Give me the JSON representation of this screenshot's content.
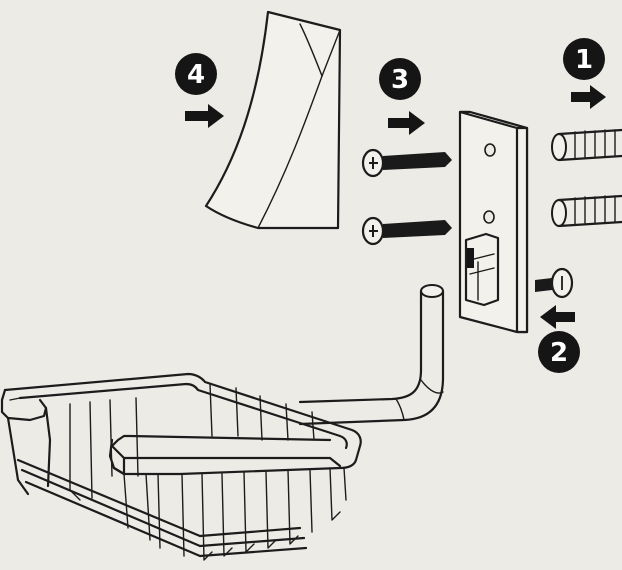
{
  "diagram": {
    "steps": [
      {
        "number": "1",
        "part": "wall-plugs"
      },
      {
        "number": "2",
        "part": "set-screw"
      },
      {
        "number": "3",
        "part": "mounting-screws"
      },
      {
        "number": "4",
        "part": "decorative-cover"
      }
    ],
    "colors": {
      "background": "#ecebe6",
      "ink": "#1c1c1c",
      "badge": "#151515",
      "badge_text": "#ffffff"
    }
  }
}
